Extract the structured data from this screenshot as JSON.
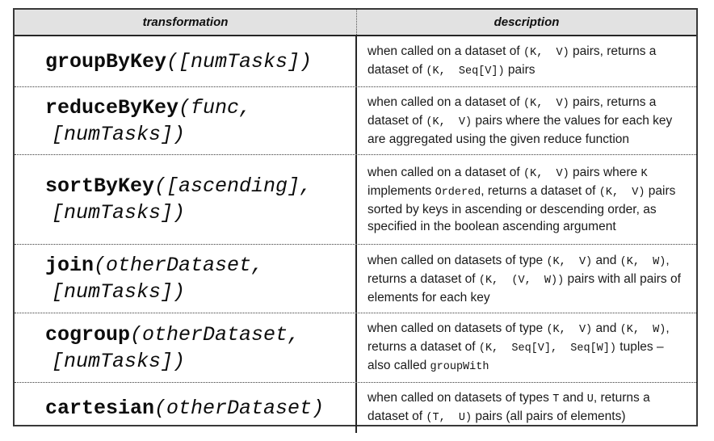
{
  "table": {
    "header_bg": "#e2e2e2",
    "border_color": "#383838",
    "columns": [
      {
        "label": "transformation"
      },
      {
        "label": "description"
      }
    ],
    "rows": [
      {
        "signature": [
          [
            {
              "kind": "fn",
              "text": "groupByKey"
            },
            {
              "kind": "arg",
              "text": "([numTasks])"
            }
          ]
        ],
        "description": [
          {
            "kind": "text",
            "text": "when called on a dataset of "
          },
          {
            "kind": "code",
            "text": "(K,  V)"
          },
          {
            "kind": "text",
            "text": " pairs, returns a dataset of "
          },
          {
            "kind": "code",
            "text": "(K,  Seq[V])"
          },
          {
            "kind": "text",
            "text": " pairs"
          }
        ]
      },
      {
        "signature": [
          [
            {
              "kind": "fn",
              "text": "reduceByKey"
            },
            {
              "kind": "arg",
              "text": "(func,"
            }
          ],
          [
            {
              "kind": "arg",
              "text": "[numTasks])"
            }
          ]
        ],
        "description": [
          {
            "kind": "text",
            "text": "when called on a dataset of "
          },
          {
            "kind": "code",
            "text": "(K,  V)"
          },
          {
            "kind": "text",
            "text": " pairs, returns a dataset of "
          },
          {
            "kind": "code",
            "text": "(K,  V)"
          },
          {
            "kind": "text",
            "text": " pairs where the values for each key are aggregated using the given reduce function"
          }
        ]
      },
      {
        "signature": [
          [
            {
              "kind": "fn",
              "text": "sortByKey"
            },
            {
              "kind": "arg",
              "text": "([ascending],"
            }
          ],
          [
            {
              "kind": "arg",
              "text": "[numTasks])"
            }
          ]
        ],
        "description": [
          {
            "kind": "text",
            "text": "when called on a dataset of "
          },
          {
            "kind": "code",
            "text": "(K,  V)"
          },
          {
            "kind": "text",
            "text": " pairs where "
          },
          {
            "kind": "code",
            "text": "K"
          },
          {
            "kind": "text",
            "text": " implements "
          },
          {
            "kind": "code",
            "text": "Ordered"
          },
          {
            "kind": "text",
            "text": ", returns a dataset of "
          },
          {
            "kind": "code",
            "text": "(K,  V)"
          },
          {
            "kind": "text",
            "text": " pairs sorted by keys in ascending or descending order, as specified in the boolean ascending argument"
          }
        ]
      },
      {
        "signature": [
          [
            {
              "kind": "fn",
              "text": "join"
            },
            {
              "kind": "arg",
              "text": "(otherDataset,"
            }
          ],
          [
            {
              "kind": "arg",
              "text": "[numTasks])"
            }
          ]
        ],
        "description": [
          {
            "kind": "text",
            "text": "when called on datasets of type "
          },
          {
            "kind": "code",
            "text": "(K,  V)"
          },
          {
            "kind": "text",
            "text": " and "
          },
          {
            "kind": "code",
            "text": "(K,  W)"
          },
          {
            "kind": "text",
            "text": ", returns a dataset of "
          },
          {
            "kind": "code",
            "text": "(K,  (V,  W))"
          },
          {
            "kind": "text",
            "text": " pairs with all pairs of elements for each key"
          }
        ]
      },
      {
        "signature": [
          [
            {
              "kind": "fn",
              "text": "cogroup"
            },
            {
              "kind": "arg",
              "text": "(otherDataset,"
            }
          ],
          [
            {
              "kind": "arg",
              "text": "[numTasks])"
            }
          ]
        ],
        "description": [
          {
            "kind": "text",
            "text": "when called on datasets of type "
          },
          {
            "kind": "code",
            "text": "(K,  V)"
          },
          {
            "kind": "text",
            "text": " and "
          },
          {
            "kind": "code",
            "text": "(K,  W)"
          },
          {
            "kind": "text",
            "text": ", returns a dataset of "
          },
          {
            "kind": "code",
            "text": "(K,  Seq[V],  Seq[W])"
          },
          {
            "kind": "text",
            "text": " tuples – also called "
          },
          {
            "kind": "code",
            "text": "groupWith"
          }
        ]
      },
      {
        "signature": [
          [
            {
              "kind": "fn",
              "text": "cartesian"
            },
            {
              "kind": "arg",
              "text": "(otherDataset)"
            }
          ]
        ],
        "description": [
          {
            "kind": "text",
            "text": "when called on datasets of types "
          },
          {
            "kind": "code",
            "text": "T"
          },
          {
            "kind": "text",
            "text": " and "
          },
          {
            "kind": "code",
            "text": "U"
          },
          {
            "kind": "text",
            "text": ", returns a dataset of "
          },
          {
            "kind": "code",
            "text": "(T,  U)"
          },
          {
            "kind": "text",
            "text": " pairs (all pairs of elements)"
          }
        ]
      }
    ]
  }
}
